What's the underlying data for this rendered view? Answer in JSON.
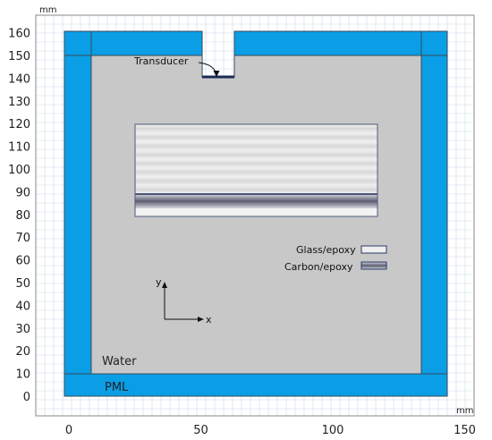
{
  "figure": {
    "axis_unit_top": "mm",
    "axis_unit_bottom": "mm",
    "x_ticks": [
      "0",
      "50",
      "100",
      "150"
    ],
    "y_ticks": [
      "0",
      "10",
      "20",
      "30",
      "40",
      "50",
      "60",
      "70",
      "80",
      "90",
      "100",
      "110",
      "120",
      "130",
      "140",
      "150",
      "160"
    ],
    "labels": {
      "transducer": "Transducer",
      "water": "Water",
      "pml": "PML",
      "axis_y": "y",
      "axis_x": "x"
    },
    "legend": [
      {
        "label": "Glass/epoxy",
        "swatch": "glass"
      },
      {
        "label": "Carbon/epoxy",
        "swatch": "carbon"
      }
    ],
    "colors": {
      "pml": "#0a9ee6",
      "water": "#c8c8c8",
      "grid": "#c9d9ea",
      "transducer": "#1b2a57"
    }
  }
}
